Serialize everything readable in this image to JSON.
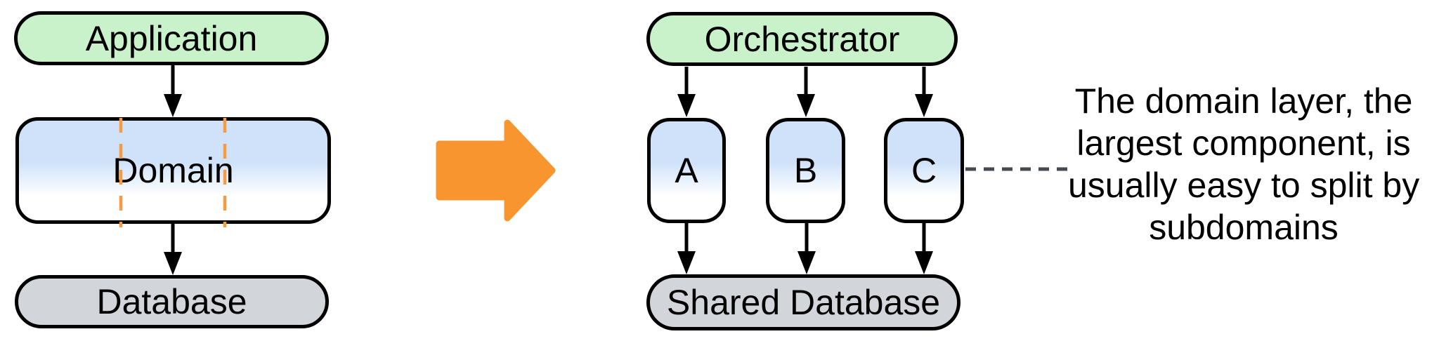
{
  "left_diagram": {
    "application_label": "Application",
    "domain_label": "Domain",
    "database_label": "Database",
    "split_markers_count": 2
  },
  "transform": {
    "direction": "right"
  },
  "right_diagram": {
    "orchestrator_label": "Orchestrator",
    "services": [
      {
        "label": "A"
      },
      {
        "label": "B"
      },
      {
        "label": "C"
      }
    ],
    "database_label": "Shared Database"
  },
  "annotation": {
    "lines": [
      "The domain layer, the",
      "largest component, is",
      "usually easy to split by",
      "subdomains"
    ]
  },
  "colors": {
    "box_green": "#c9f2ca",
    "box_blue": "#cfe2fa",
    "box_gray": "#d2d6db",
    "accent_orange": "#f8952f",
    "split_dash_orange": "#f79b42",
    "connector_dash_gray": "#444a50",
    "outline_black": "#000000"
  }
}
